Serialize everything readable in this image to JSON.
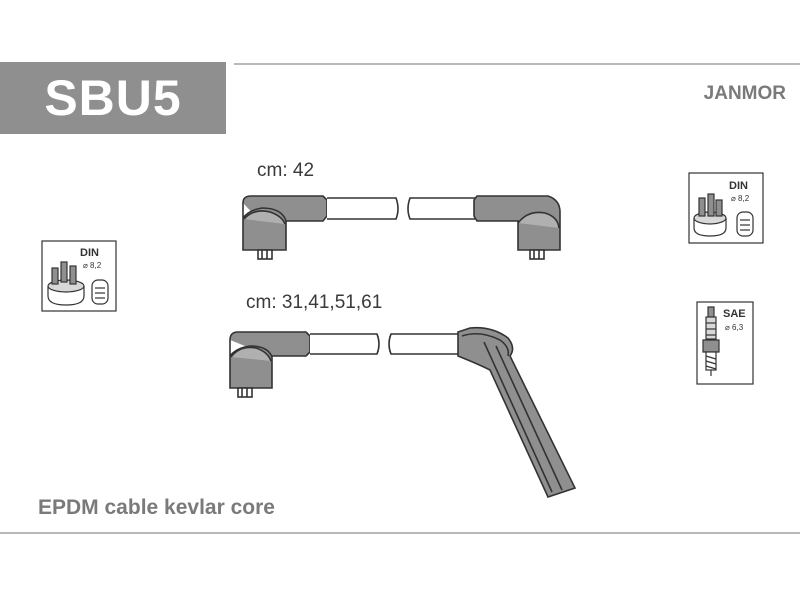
{
  "header": {
    "part_code": "SBU5",
    "brand": "JANMOR"
  },
  "lengths": {
    "top_wire": "cm: 42",
    "bottom_wire": "cm: 31,41,51,61"
  },
  "footer": {
    "material": "EPDM cable kevlar core"
  },
  "icons": {
    "distributor_left": {
      "standard": "DIN",
      "diameter": "⌀ 8,2"
    },
    "distributor_right": {
      "standard": "DIN",
      "diameter": "⌀ 8,2"
    },
    "spark_plug": {
      "standard": "SAE",
      "diameter": "⌀ 6,3"
    }
  }
}
